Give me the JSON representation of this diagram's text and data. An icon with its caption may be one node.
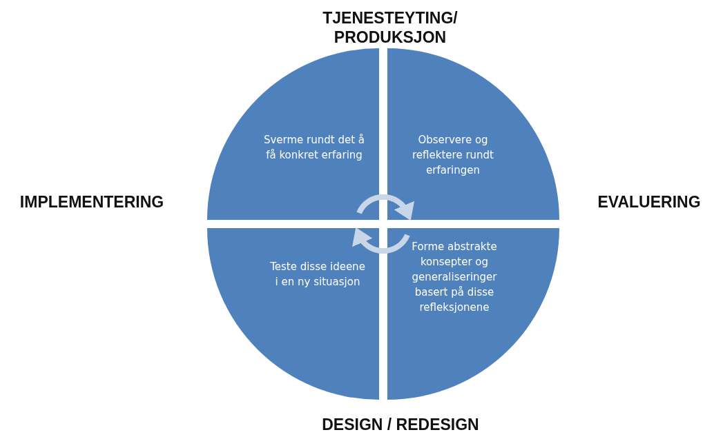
{
  "diagram": {
    "nodes": [
      {
        "text": [
          "Sverme rundt det å få konkret erfaring"
        ]
      },
      {
        "text": [
          "Observere og reflektere rundt erfaringen"
        ]
      },
      {
        "text": [
          "Teste disse ideene i en ny situasjon"
        ]
      },
      {
        "text": [
          "Forme abstrakte konsepter og generaliseringer basert på disse refleksjonene"
        ]
      }
    ],
    "edges": [
      {
        "from": 0,
        "to": 1,
        "arrow": "to"
      },
      {
        "from": 3,
        "to": 2,
        "arrow": "to"
      }
    ],
    "labels": [
      "TJENESTEYTING/ PRODUKSJON",
      "IMPLEMENTERING",
      "EVALUERING",
      "DESIGN / REDESIGN"
    ]
  }
}
